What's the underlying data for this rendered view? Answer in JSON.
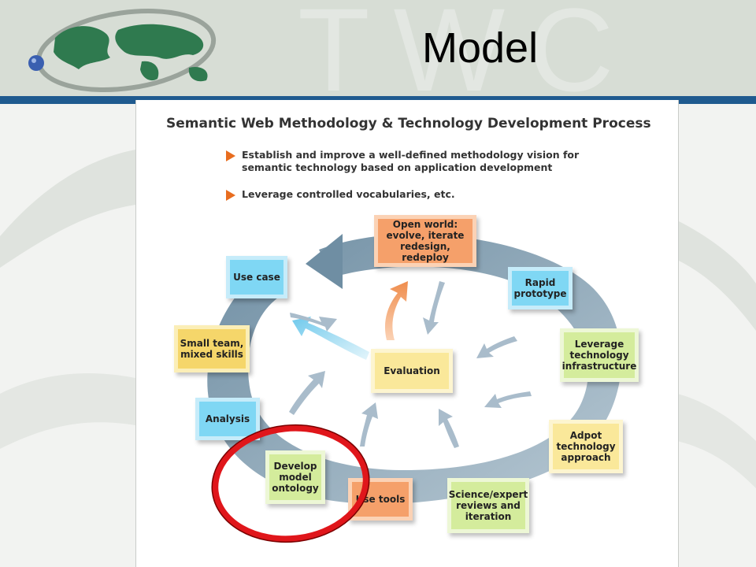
{
  "header": {
    "title": "Model",
    "watermark": "TWC"
  },
  "panel": {
    "title": "Semantic Web Methodology & Technology Development Process",
    "bullets": [
      "Establish and improve a well-defined methodology vision for semantic technology based on application development",
      "Leverage controlled vocabularies, etc."
    ]
  },
  "steps": {
    "open_world": "Open world:\nevolve, iterate\nredesign, redeploy",
    "rapid_prototype": "Rapid\nprototype",
    "leverage_infrastructure": "Leverage\ntechnology\ninfrastructure",
    "adopt_approach": "Adpot\ntechnology\napproach",
    "science_review": "Science/expert\nreviews and\niteration",
    "use_tools": "Use tools",
    "develop_ontology": "Develop\nmodel\nontology",
    "analysis": "Analysis",
    "small_team": "Small team,\nmixed skills",
    "use_case": "Use case",
    "evaluation": "Evaluation"
  },
  "colors": {
    "header_bar": "#1f5a8f",
    "bullet_marker": "#e86d1f",
    "highlight_circle": "#e0161b",
    "cycle_arrow": "#8aa3b4"
  },
  "icons": {
    "logo": "globe-world-map-icon",
    "bullet": "triangle-bullet-icon"
  }
}
